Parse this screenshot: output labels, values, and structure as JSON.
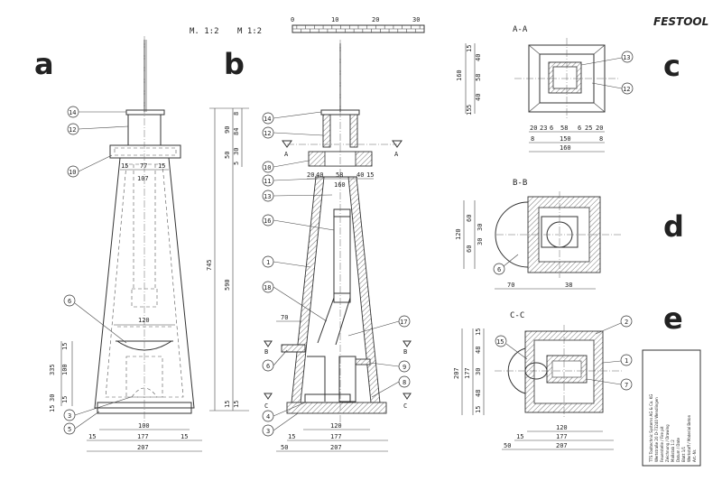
{
  "brand": "FESTOOL",
  "panel_labels": [
    "a",
    "b",
    "c",
    "d",
    "e"
  ],
  "scales": {
    "a": "M. 1:2",
    "b": "M 1:2"
  },
  "scale_bar": [
    "0",
    "10",
    "20",
    "30"
  ],
  "sections": {
    "aa": "A-A",
    "bb": "B-B",
    "cc": "C-C"
  },
  "section_marks": {
    "A": "A",
    "B": "B",
    "C": "C"
  },
  "callouts": {
    "a": [
      "14",
      "12",
      "10",
      "6",
      "3",
      "5"
    ],
    "b": [
      "14",
      "12",
      "10",
      "11",
      "13",
      "16",
      "1",
      "18",
      "6",
      "4",
      "3",
      "17",
      "9",
      "8"
    ],
    "c": [
      "13",
      "12"
    ],
    "d": [
      "6"
    ],
    "e": [
      "15",
      "2",
      "1",
      "7"
    ]
  },
  "dims_a": {
    "top": [
      "15",
      "77",
      "15"
    ],
    "top_width": "107",
    "bowl": "120",
    "bottom": [
      "100",
      "177",
      "15",
      "15",
      "207"
    ],
    "side": [
      "335",
      "100",
      "15",
      "15",
      "30",
      "15"
    ]
  },
  "dims_b": {
    "left_vertical": [
      "745",
      "590",
      "90",
      "50",
      "15",
      "15"
    ],
    "inner_vertical": [
      "8",
      "84",
      "30",
      "5"
    ],
    "top_row": [
      "20",
      "40",
      "58",
      "40",
      "15"
    ],
    "top_width": "160",
    "pipe_offset": "70",
    "bottom": [
      "120",
      "177",
      "15",
      "50",
      "207"
    ]
  },
  "dims_c": {
    "left": [
      "160",
      "15",
      "40",
      "58",
      "40",
      "5",
      "15"
    ],
    "bottom": [
      "20",
      "23",
      "6",
      "58",
      "6",
      "25",
      "20"
    ],
    "bottom_row2": [
      "8",
      "150",
      "8"
    ],
    "width": "160"
  },
  "dims_d": {
    "left": [
      "120",
      "60",
      "30",
      "30",
      "60"
    ],
    "bottom": [
      "70",
      "38"
    ]
  },
  "dims_e": {
    "left": [
      "207",
      "177",
      "15",
      "48",
      "30",
      "48",
      "15"
    ],
    "bottom": [
      "120",
      "177",
      "15",
      "50",
      "207"
    ]
  },
  "title_block": {
    "lines": [
      "TTS Tooltechnic Systems AG & Co. KG",
      "Wertstraße 20 D-73240 Wendlingen",
      "Feuerstelle / Fire pit",
      "Zeichnung / Drawing",
      "Maßstab 1:2",
      "Datum / Date",
      "Blatt 1/1",
      "Werkstoff / Material Beton",
      "Art.-Nr."
    ]
  }
}
